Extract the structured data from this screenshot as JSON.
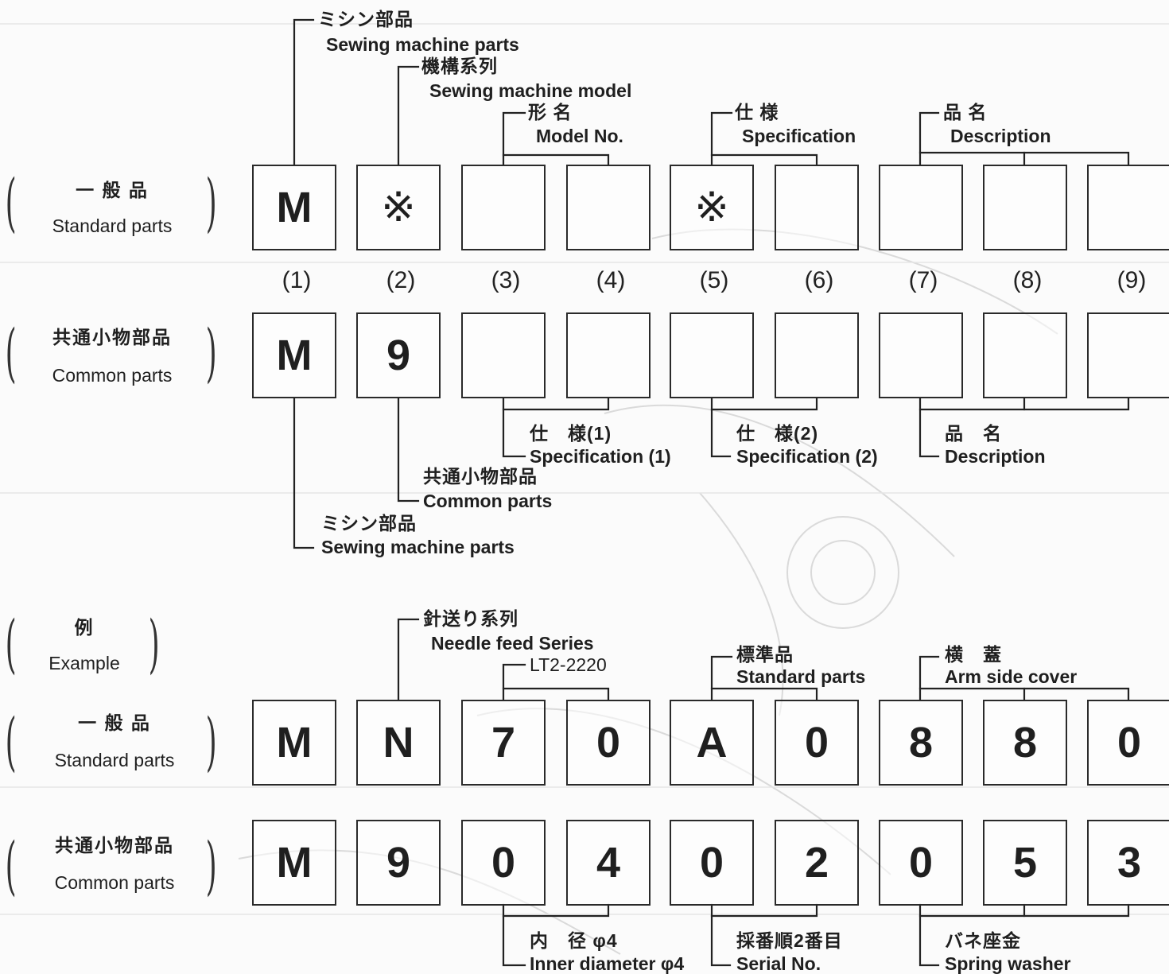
{
  "row_labels": {
    "standard_jp": "一 般 品",
    "standard_en": "Standard parts",
    "common_jp": "共通小物部品",
    "common_en": "Common parts",
    "example_jp": "例",
    "example_en": "Example"
  },
  "positions": [
    "(1)",
    "(2)",
    "(3)",
    "(4)",
    "(5)",
    "(6)",
    "(7)",
    "(8)",
    "(9)"
  ],
  "template_standard": [
    "M",
    "※",
    "",
    "",
    "※",
    "",
    "",
    "",
    ""
  ],
  "template_common": [
    "M",
    "9",
    "",
    "",
    "",
    "",
    "",
    "",
    ""
  ],
  "example_standard": [
    "M",
    "N",
    "7",
    "0",
    "A",
    "0",
    "8",
    "8",
    "0"
  ],
  "example_common": [
    "M",
    "9",
    "0",
    "4",
    "0",
    "2",
    "0",
    "5",
    "3"
  ],
  "callouts_top": {
    "sewing_jp": "ミシン部品",
    "sewing_en": "Sewing machine parts",
    "model_series_jp": "機構系列",
    "model_series_en": "Sewing machine model",
    "model_no_jp": "形 名",
    "model_no_en": "Model No.",
    "spec_jp": "仕 様",
    "spec_en": "Specification",
    "desc_jp": "品 名",
    "desc_en": "Description"
  },
  "callouts_mid": {
    "spec1_jp": "仕　様(1)",
    "spec1_en": "Specification (1)",
    "spec2_jp": "仕　様(2)",
    "spec2_en": "Specification (2)",
    "desc_jp": "品　名",
    "desc_en": "Description",
    "common_jp": "共通小物部品",
    "common_en": "Common parts",
    "sewing_jp": "ミシン部品",
    "sewing_en": "Sewing machine parts"
  },
  "callouts_example": {
    "needle_jp": "針送り系列",
    "needle_en": "Needle feed Series",
    "model": "LT2-2220",
    "standard_jp": "標準品",
    "standard_en": "Standard parts",
    "arm_jp": "横　蓋",
    "arm_en": "Arm side cover"
  },
  "callouts_bottom": {
    "inner_jp": "内　径 φ4",
    "inner_en": "Inner diameter φ4",
    "serial_jp": "採番順2番目",
    "serial_en": "Serial No.",
    "washer_jp": "バネ座金",
    "washer_en": "Spring washer"
  },
  "colors": {
    "ink": "#1f1f1f",
    "background": "#fbfbfb",
    "faint": "#d8d8d8"
  }
}
